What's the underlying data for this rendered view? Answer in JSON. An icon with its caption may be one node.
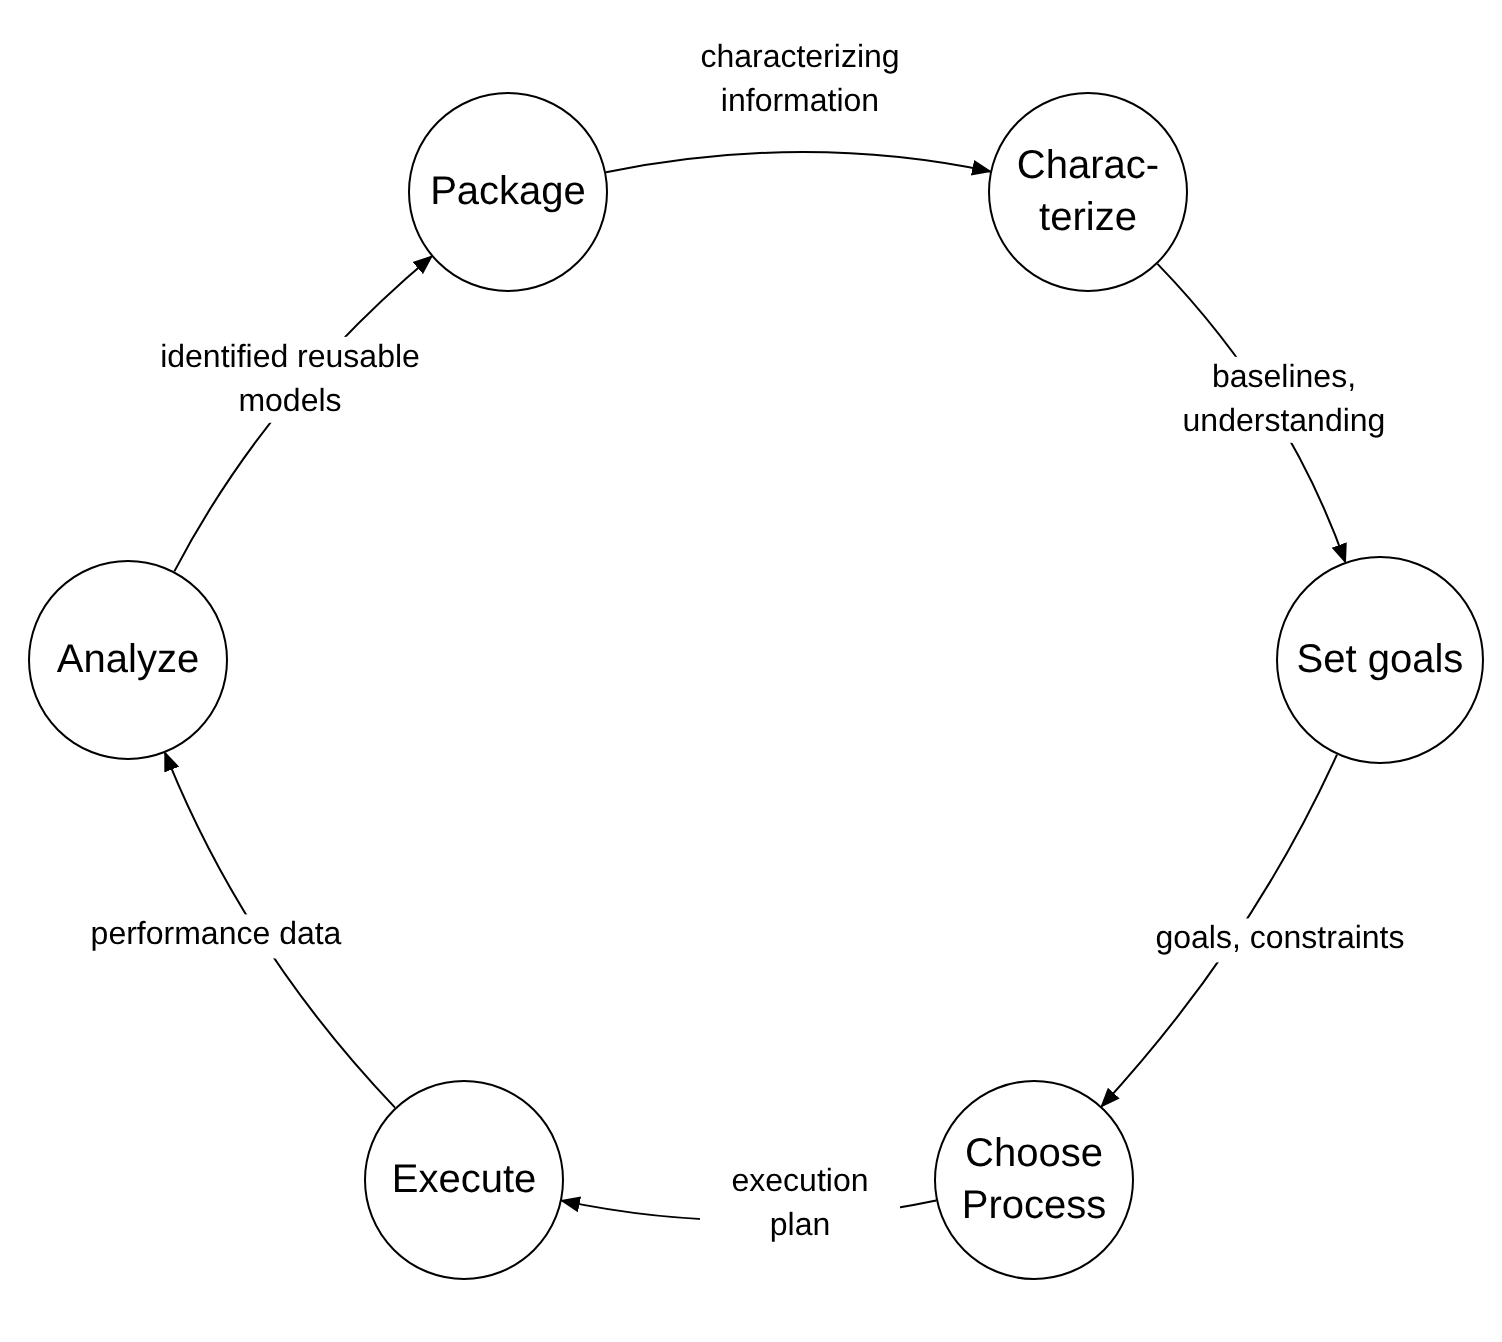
{
  "diagram": {
    "nodes": [
      {
        "text": [
          "Package"
        ]
      },
      {
        "text": [
          "Charac- terize"
        ]
      },
      {
        "text": [
          "Set goals"
        ]
      },
      {
        "text": [
          "Choose Process"
        ]
      },
      {
        "text": [
          "Execute"
        ]
      },
      {
        "text": [
          "Analyze"
        ]
      }
    ],
    "edges": [
      {
        "from": 0,
        "to": 1,
        "arrow": "to",
        "label": "characterizing information"
      },
      {
        "from": 1,
        "to": 2,
        "arrow": "to",
        "label": "baselines, understanding"
      },
      {
        "from": 2,
        "to": 3,
        "arrow": "to",
        "label": "goals, constraints"
      },
      {
        "from": 3,
        "to": 4,
        "arrow": "to",
        "label": "execution plan"
      },
      {
        "from": 4,
        "to": 5,
        "arrow": "to",
        "label": "performance data"
      },
      {
        "from": 5,
        "to": 0,
        "arrow": "to",
        "label": "identified reusable models"
      }
    ]
  }
}
